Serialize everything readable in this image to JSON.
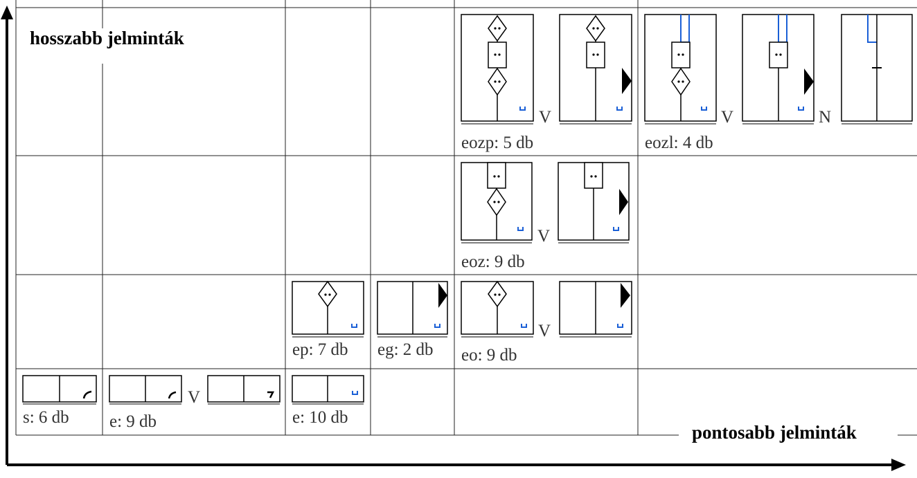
{
  "axes": {
    "y_label": "hosszabb jelminták",
    "x_label": "pontosabb jelminták"
  },
  "connectors": {
    "or": "V",
    "not": "N"
  },
  "cells": {
    "s": "s: 6 db",
    "e_9": "e: 9 db",
    "e_10": "e: 10 db",
    "ep": "ep: 7 db",
    "eg": "eg: 2 db",
    "eo": "eo: 9 db",
    "eoz": "eoz: 9 db",
    "eozp": "eozp: 5 db",
    "eozl": "eozl: 4 db"
  },
  "colors": {
    "line": "#000000",
    "accent": "#1a5fd6",
    "grid": "#222222"
  }
}
